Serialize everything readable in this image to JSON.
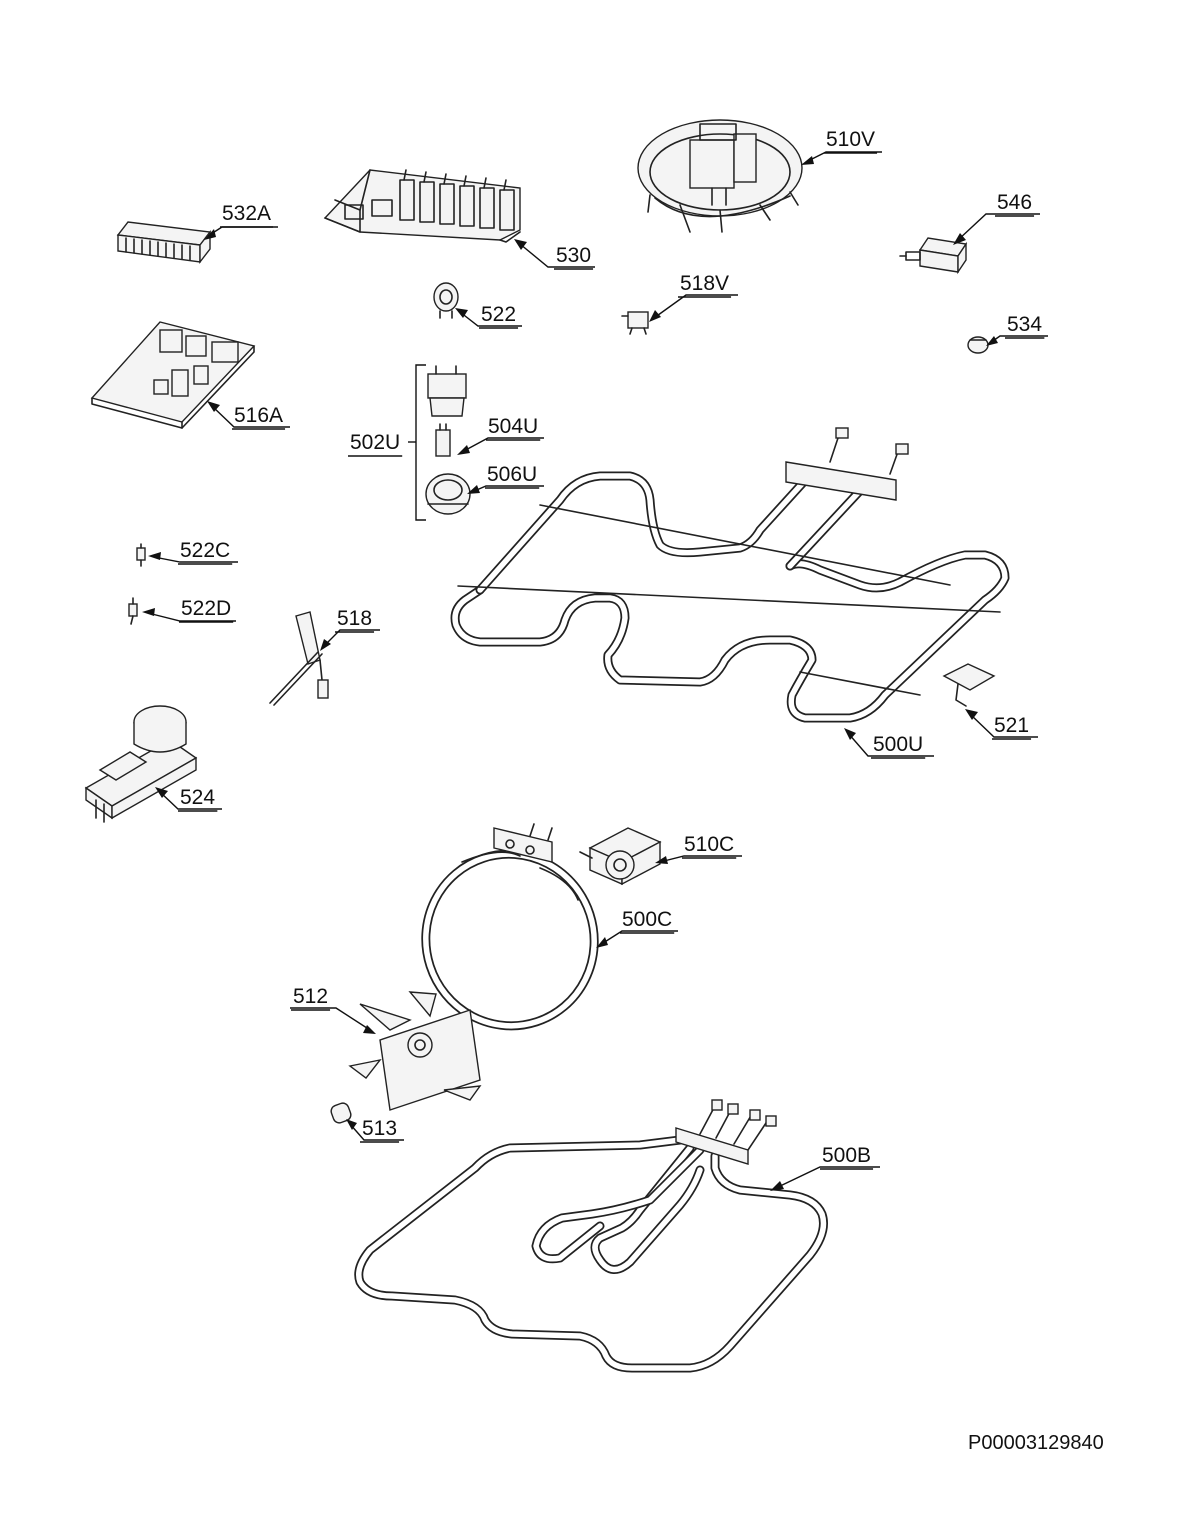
{
  "diagram": {
    "document_id": "P00003129840",
    "labels": {
      "l532A": "532A",
      "l530": "530",
      "l510V": "510V",
      "l546": "546",
      "l522": "522",
      "l518V": "518V",
      "l534": "534",
      "l516A": "516A",
      "l502U": "502U",
      "l504U": "504U",
      "l506U": "506U",
      "l522C": "522C",
      "l522D": "522D",
      "l518": "518",
      "l521": "521",
      "l500U": "500U",
      "l524": "524",
      "l510C": "510C",
      "l500C": "500C",
      "l512": "512",
      "l513": "513",
      "l500B": "500B"
    }
  }
}
